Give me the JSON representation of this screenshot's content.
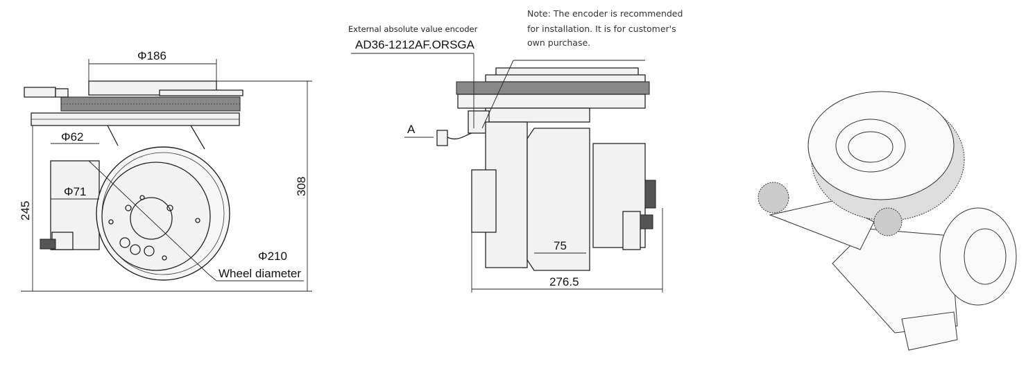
{
  "left_view": {
    "dim_top_flange": "Φ186",
    "dim_motor_1": "Φ62",
    "dim_motor_2": "Φ71",
    "dim_height_total": "308",
    "dim_height_base": "245",
    "dim_wheel": "Φ210",
    "wheel_label": "Wheel diameter"
  },
  "side_view": {
    "encoder_label": "External absolute value encoder",
    "encoder_model": "AD36-1212AF.ORSGA",
    "note": [
      "Note: The encoder is recommended",
      "for installation. It is for customer's",
      "own purchase."
    ],
    "view_marker": "A",
    "dim_wheel_width": "75",
    "dim_total_width": "276.5"
  }
}
